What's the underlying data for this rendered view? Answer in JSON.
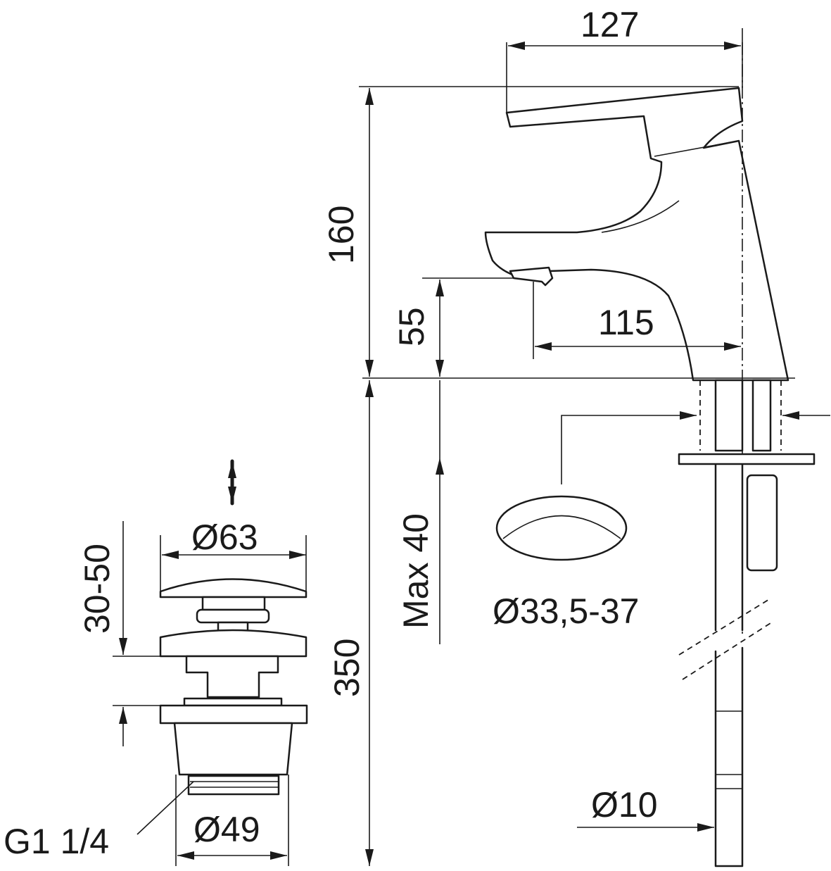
{
  "dimensions": {
    "width_top": "127",
    "height_total": "160",
    "spout_height": "55",
    "spout_reach": "115",
    "hose_length": "350",
    "max_deck": "Max 40",
    "hole_diameter": "Ø33,5-37",
    "plug_diameter": "Ø63",
    "plug_stroke": "30-50",
    "waste_diameter": "Ø49",
    "thread": "G1 1/4",
    "hose_diameter": "Ø10"
  }
}
